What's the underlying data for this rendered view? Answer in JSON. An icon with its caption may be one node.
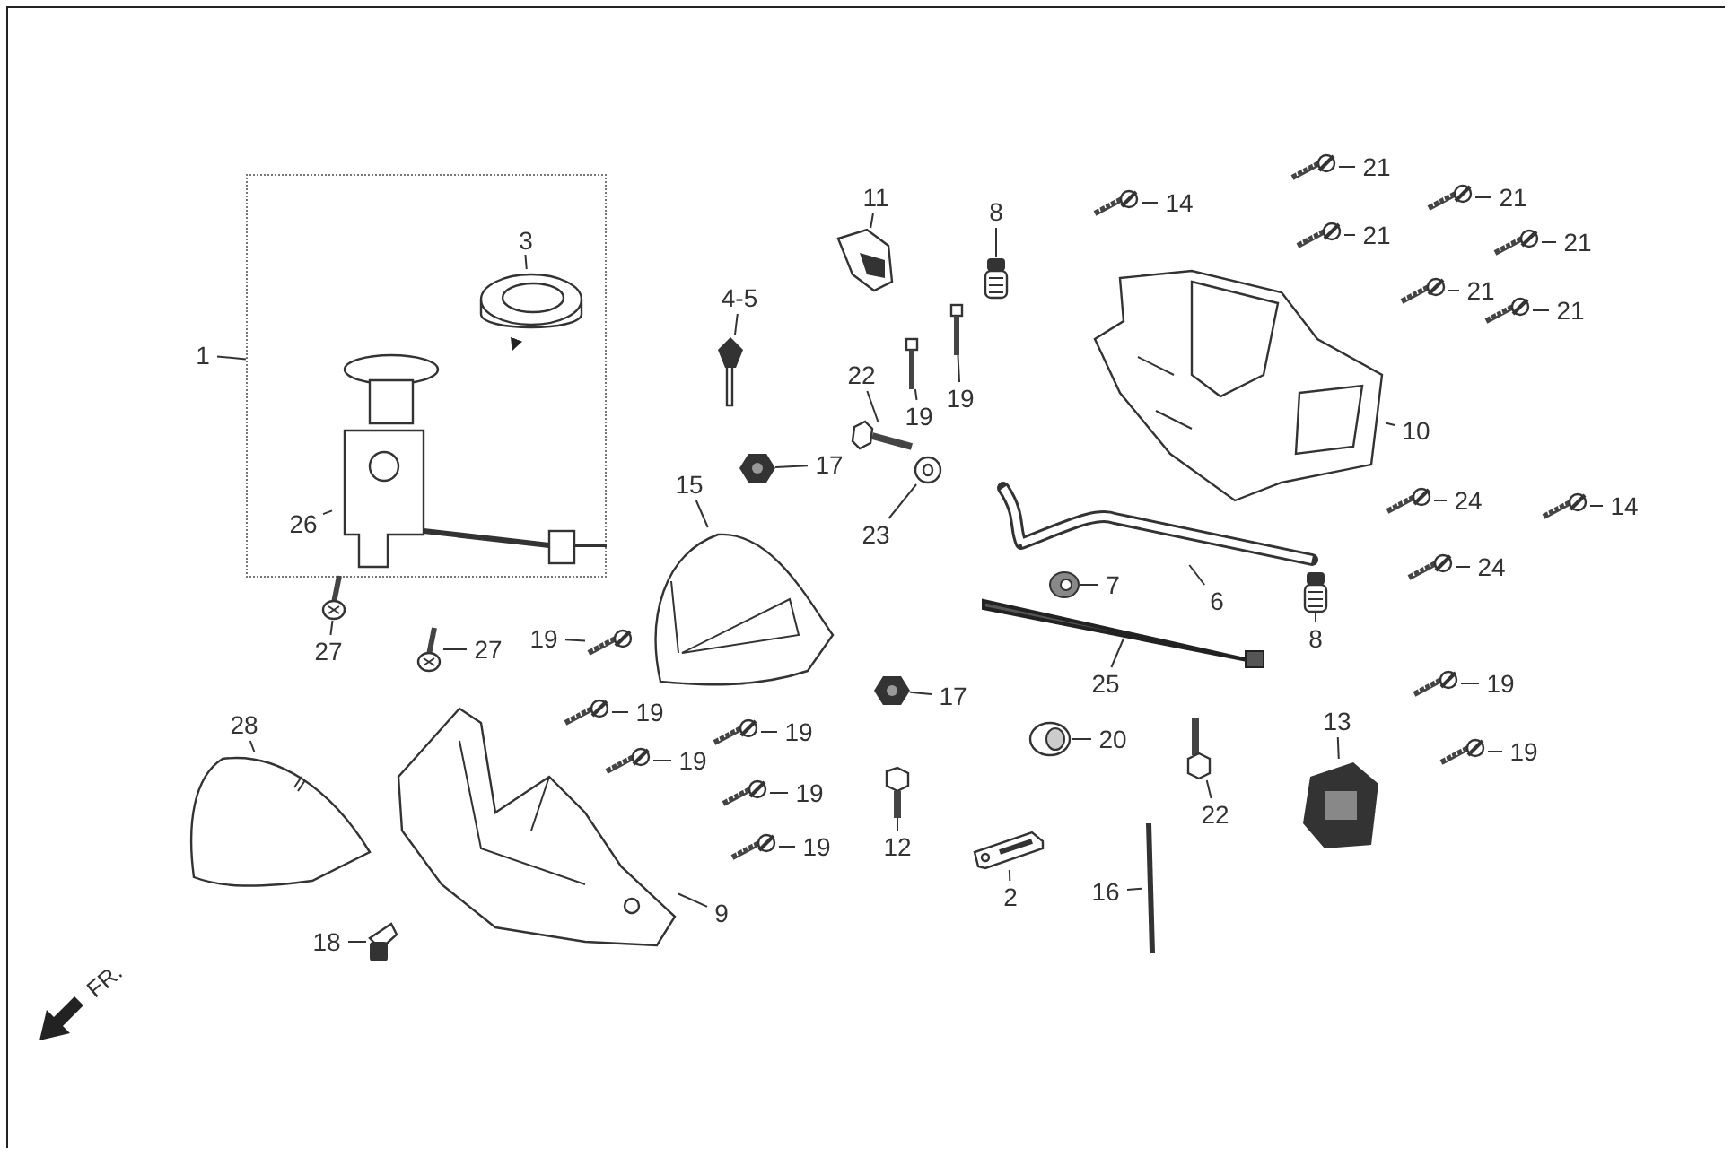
{
  "diagram": {
    "nodes": [
      {
        "text": [],
        "shape": "box"
      },
      {
        "text": [
          "1"
        ]
      },
      {
        "text": [
          "3"
        ],
        "in": 0
      },
      {
        "text": [],
        "shape": "picture",
        "in": 0
      },
      {
        "text": [
          "26"
        ],
        "in": 0
      },
      {
        "text": [],
        "shape": "picture",
        "in": 0
      },
      {
        "text": [
          "11"
        ]
      },
      {
        "text": [],
        "shape": "picture"
      },
      {
        "text": [
          "8"
        ]
      },
      {
        "text": [],
        "shape": "picture"
      },
      {
        "text": [
          "14"
        ]
      },
      {
        "text": [],
        "shape": "picture"
      },
      {
        "text": [
          "21"
        ]
      },
      {
        "text": [],
        "shape": "picture"
      },
      {
        "text": [
          "21"
        ]
      },
      {
        "text": [],
        "shape": "picture"
      },
      {
        "text": [
          "21"
        ]
      },
      {
        "text": [],
        "shape": "picture"
      },
      {
        "text": [
          "21"
        ]
      },
      {
        "text": [],
        "shape": "picture"
      },
      {
        "text": [
          "4-5"
        ]
      },
      {
        "text": [],
        "shape": "picture"
      },
      {
        "text": [
          "21"
        ]
      },
      {
        "text": [],
        "shape": "picture"
      },
      {
        "text": [
          "21"
        ]
      },
      {
        "text": [],
        "shape": "picture"
      },
      {
        "text": [
          "22"
        ]
      },
      {
        "text": [],
        "shape": "picture"
      },
      {
        "text": [
          "19"
        ]
      },
      {
        "text": [],
        "shape": "picture"
      },
      {
        "text": [
          "19"
        ]
      },
      {
        "text": [],
        "shape": "picture"
      },
      {
        "text": [
          "10"
        ]
      },
      {
        "text": [],
        "shape": "picture"
      },
      {
        "text": [
          "17"
        ]
      },
      {
        "text": [],
        "shape": "picture"
      },
      {
        "text": [
          "15"
        ]
      },
      {
        "text": [],
        "shape": "picture"
      },
      {
        "text": [
          "24"
        ]
      },
      {
        "text": [],
        "shape": "picture"
      },
      {
        "text": [
          "14"
        ]
      },
      {
        "text": [],
        "shape": "picture"
      },
      {
        "text": [
          "23"
        ]
      },
      {
        "text": [],
        "shape": "picture"
      },
      {
        "text": [
          "6"
        ]
      },
      {
        "text": [],
        "shape": "picture"
      },
      {
        "text": [
          "7"
        ]
      },
      {
        "text": [],
        "shape": "picture"
      },
      {
        "text": [
          "24"
        ]
      },
      {
        "text": [],
        "shape": "picture"
      },
      {
        "text": [
          "8"
        ]
      },
      {
        "text": [],
        "shape": "picture"
      },
      {
        "text": [
          "27"
        ]
      },
      {
        "text": [],
        "shape": "picture"
      },
      {
        "text": [
          "27"
        ]
      },
      {
        "text": [],
        "shape": "picture"
      },
      {
        "text": [
          "19"
        ]
      },
      {
        "text": [],
        "shape": "picture"
      },
      {
        "text": [
          "25"
        ]
      },
      {
        "text": [],
        "shape": "picture"
      },
      {
        "text": [
          "17"
        ]
      },
      {
        "text": [],
        "shape": "picture"
      },
      {
        "text": [
          "19"
        ]
      },
      {
        "text": [],
        "shape": "picture"
      },
      {
        "text": [
          "28"
        ]
      },
      {
        "text": [],
        "shape": "picture"
      },
      {
        "text": [
          "13"
        ]
      },
      {
        "text": [],
        "shape": "picture"
      },
      {
        "text": [
          "19"
        ]
      },
      {
        "text": [],
        "shape": "picture"
      },
      {
        "text": [
          "19"
        ]
      },
      {
        "text": [],
        "shape": "picture"
      },
      {
        "text": [
          "20"
        ]
      },
      {
        "text": [],
        "shape": "picture"
      },
      {
        "text": [
          "19"
        ]
      },
      {
        "text": [],
        "shape": "picture"
      },
      {
        "text": [
          "19"
        ]
      },
      {
        "text": [],
        "shape": "picture"
      },
      {
        "text": [
          "22"
        ]
      },
      {
        "text": [],
        "shape": "picture"
      },
      {
        "text": [
          "19"
        ]
      },
      {
        "text": [],
        "shape": "picture"
      },
      {
        "text": [
          "12"
        ]
      },
      {
        "text": [],
        "shape": "picture"
      },
      {
        "text": [
          "19"
        ]
      },
      {
        "text": [],
        "shape": "picture"
      },
      {
        "text": [
          "2"
        ]
      },
      {
        "text": [],
        "shape": "picture"
      },
      {
        "text": [
          "9"
        ]
      },
      {
        "text": [],
        "shape": "picture"
      },
      {
        "text": [
          "16"
        ]
      },
      {
        "text": [],
        "shape": "picture"
      },
      {
        "text": [
          "18"
        ]
      },
      {
        "text": [],
        "shape": "picture"
      }
    ],
    "edges": [
      {
        "from": 1,
        "to": 0,
        "arrow": "none"
      },
      {
        "from": 2,
        "to": 3,
        "arrow": "none"
      },
      {
        "from": 4,
        "to": 5,
        "arrow": "none"
      },
      {
        "from": 3,
        "to": 5,
        "arrow": "to"
      },
      {
        "from": 6,
        "to": 7,
        "arrow": "none"
      },
      {
        "from": 8,
        "to": 9,
        "arrow": "none"
      },
      {
        "from": 10,
        "to": 11,
        "arrow": "none"
      },
      {
        "from": 12,
        "to": 13,
        "arrow": "none"
      },
      {
        "from": 14,
        "to": 15,
        "arrow": "none"
      },
      {
        "from": 16,
        "to": 17,
        "arrow": "none"
      },
      {
        "from": 18,
        "to": 19,
        "arrow": "none"
      },
      {
        "from": 20,
        "to": 21,
        "arrow": "none"
      },
      {
        "from": 22,
        "to": 23,
        "arrow": "none"
      },
      {
        "from": 24,
        "to": 25,
        "arrow": "none"
      },
      {
        "from": 26,
        "to": 27,
        "arrow": "none"
      },
      {
        "from": 28,
        "to": 29,
        "arrow": "none"
      },
      {
        "from": 30,
        "to": 31,
        "arrow": "none"
      },
      {
        "from": 32,
        "to": 33,
        "arrow": "none"
      },
      {
        "from": 34,
        "to": 35,
        "arrow": "none"
      },
      {
        "from": 36,
        "to": 37,
        "arrow": "none"
      },
      {
        "from": 38,
        "to": 39,
        "arrow": "none"
      },
      {
        "from": 40,
        "to": 41,
        "arrow": "none"
      },
      {
        "from": 42,
        "to": 43,
        "arrow": "none"
      },
      {
        "from": 44,
        "to": 45,
        "arrow": "none"
      },
      {
        "from": 46,
        "to": 47,
        "arrow": "none"
      },
      {
        "from": 48,
        "to": 49,
        "arrow": "none"
      },
      {
        "from": 50,
        "to": 51,
        "arrow": "none"
      },
      {
        "from": 52,
        "to": 53,
        "arrow": "none"
      },
      {
        "from": 54,
        "to": 55,
        "arrow": "none"
      },
      {
        "from": 56,
        "to": 57,
        "arrow": "none"
      },
      {
        "from": 58,
        "to": 59,
        "arrow": "none"
      },
      {
        "from": 60,
        "to": 61,
        "arrow": "none"
      },
      {
        "from": 62,
        "to": 63,
        "arrow": "none"
      },
      {
        "from": 64,
        "to": 65,
        "arrow": "none"
      },
      {
        "from": 66,
        "to": 67,
        "arrow": "none"
      },
      {
        "from": 68,
        "to": 69,
        "arrow": "none"
      },
      {
        "from": 70,
        "to": 71,
        "arrow": "none"
      },
      {
        "from": 72,
        "to": 73,
        "arrow": "none"
      },
      {
        "from": 74,
        "to": 75,
        "arrow": "none"
      },
      {
        "from": 76,
        "to": 77,
        "arrow": "none"
      },
      {
        "from": 78,
        "to": 79,
        "arrow": "none"
      },
      {
        "from": 80,
        "to": 81,
        "arrow": "none"
      },
      {
        "from": 82,
        "to": 83,
        "arrow": "none"
      },
      {
        "from": 84,
        "to": 85,
        "arrow": "none"
      },
      {
        "from": 86,
        "to": 87,
        "arrow": "none"
      },
      {
        "from": 88,
        "to": 89,
        "arrow": "none"
      },
      {
        "from": 90,
        "to": 91,
        "arrow": "none"
      },
      {
        "from": 92,
        "to": 93,
        "arrow": "none"
      }
    ],
    "labels": [
      "FR."
    ]
  }
}
